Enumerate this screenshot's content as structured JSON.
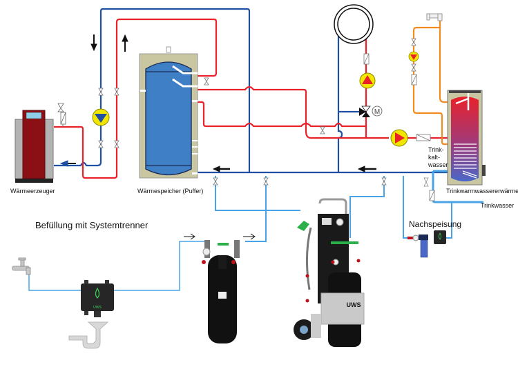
{
  "title": "Heizungsanlage mit Befüllung und Nachspeisung",
  "labels": {
    "heat_generator": "Wärmeerzeuger",
    "buffer_tank": "Wärmespeicher (Puffer)",
    "dhw_heater": "Trinkwarmwassererwärmer",
    "cold_water_in": "Trink-\nkalt-\nwasser",
    "potable_water": "Trinkwasser",
    "make_up": "Nachspeisung",
    "filling_title": "Befüllung mit Systemtrenner",
    "brand_cart": "UWS",
    "brand_separator": "UWS"
  },
  "colors": {
    "supply_hot": "#e8212b",
    "return_cold": "#1f4fa3",
    "potable_cold": "#4aa3e6",
    "dhw_circulation": "#f28a1e",
    "pump_yellow": "#f2e600",
    "tank_blue": "#3f7fc6",
    "tank_casing": "#c9c6a2",
    "boiler_red": "#8a1015",
    "boiler_grey": "#b3b3b3"
  },
  "components": [
    {
      "name": "Wärmeerzeuger",
      "type": "boiler"
    },
    {
      "name": "Wärmespeicher (Puffer)",
      "type": "buffer-tank"
    },
    {
      "name": "Trinkwarmwassererwärmer",
      "type": "dhw-tank"
    },
    {
      "name": "Heizkreis",
      "type": "radiator-coil"
    },
    {
      "name": "Kesselpumpe",
      "type": "pump"
    },
    {
      "name": "Heizkreispumpe",
      "type": "pump"
    },
    {
      "name": "Speicherladepumpe",
      "type": "pump"
    },
    {
      "name": "Zirkulationspumpe",
      "type": "pump"
    },
    {
      "name": "Mischventil",
      "type": "motorized-3-way-valve",
      "symbol": "M"
    },
    {
      "name": "Systemtrenner",
      "type": "backflow-preventer"
    },
    {
      "name": "Entsalzungspatrone",
      "type": "demineralization-cartridge"
    },
    {
      "name": "Mobile Füllstation",
      "type": "filling-cart"
    },
    {
      "name": "Nachspeisefilter",
      "type": "make-up-filter"
    }
  ],
  "flow_arrows": [
    "down",
    "up",
    "left",
    "left",
    "left",
    "right",
    "right"
  ]
}
